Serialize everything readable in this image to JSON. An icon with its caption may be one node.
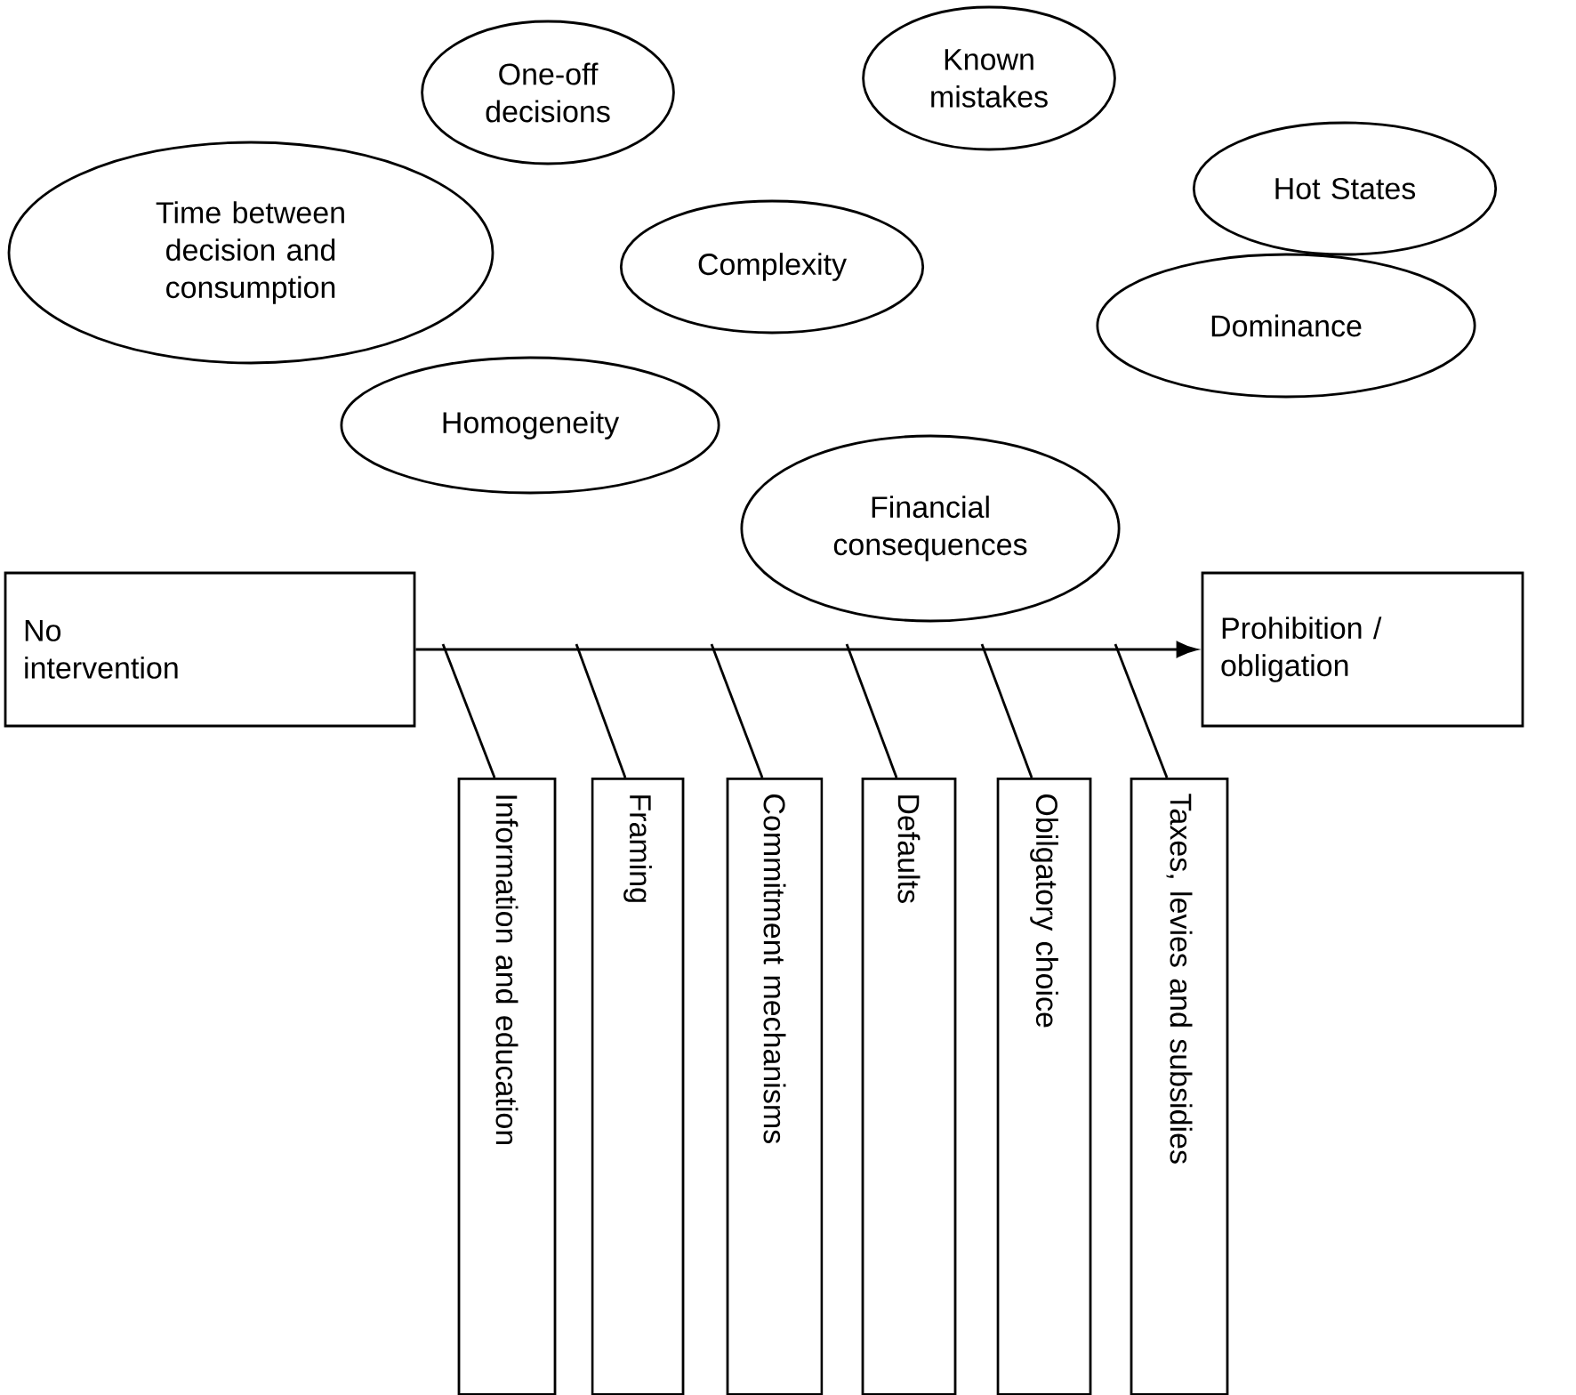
{
  "diagram": {
    "nodes": [
      {
        "text": [
          "One-off decisions"
        ]
      },
      {
        "text": [
          "Known mistakes"
        ]
      },
      {
        "text": [
          "Hot States"
        ]
      },
      {
        "text": [
          "Time between decision and consumption"
        ]
      },
      {
        "text": [
          "Complexity"
        ]
      },
      {
        "text": [
          "Dominance"
        ]
      },
      {
        "text": [
          "Homogeneity"
        ]
      },
      {
        "text": [
          "Financial consequences"
        ]
      },
      {
        "text": [
          "No intervention"
        ]
      },
      {
        "text": [
          "Prohibition / obligation"
        ]
      },
      {
        "text": [
          "Information and education"
        ]
      },
      {
        "text": [
          "Framing"
        ]
      },
      {
        "text": [
          "Commitment mechanisms"
        ]
      },
      {
        "text": [
          "Defaults"
        ]
      },
      {
        "text": [
          "Obilgatory choice"
        ]
      },
      {
        "text": [
          "Taxes, levies and subsidies"
        ]
      }
    ],
    "edges": [
      {
        "from": 8,
        "to": 9,
        "arrow": "to"
      },
      {
        "from": null,
        "to": 10,
        "arrow": "none"
      },
      {
        "from": null,
        "to": 11,
        "arrow": "none"
      },
      {
        "from": null,
        "to": 12,
        "arrow": "none"
      },
      {
        "from": null,
        "to": 13,
        "arrow": "none"
      },
      {
        "from": null,
        "to": 14,
        "arrow": "none"
      },
      {
        "from": null,
        "to": 15,
        "arrow": "none"
      }
    ]
  }
}
